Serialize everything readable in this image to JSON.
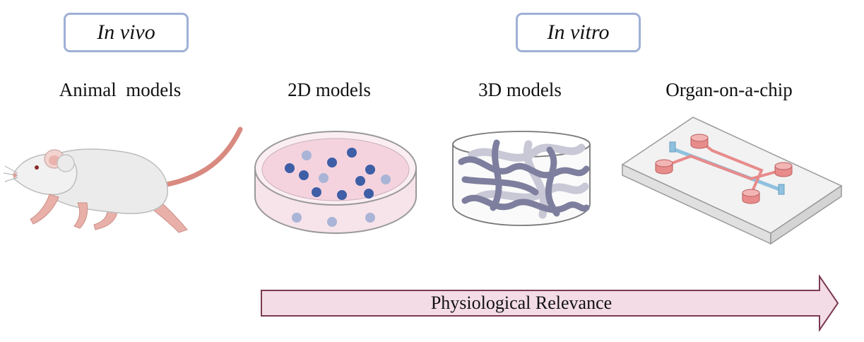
{
  "categories": {
    "in_vivo": "In vivo",
    "in_vitro": "In vitro"
  },
  "models": [
    {
      "label": "Animal  models",
      "icon": "mouse-icon"
    },
    {
      "label": "2D models",
      "icon": "petri-dish-icon"
    },
    {
      "label": "3D models",
      "icon": "scaffold-icon"
    },
    {
      "label": "Organ-on-a-chip",
      "icon": "microfluidic-chip-icon"
    }
  ],
  "arrow": {
    "label": "Physiological Relevance"
  },
  "colors": {
    "box_border": "#9fb0d6",
    "arrow_fill": "#f3dce6",
    "arrow_stroke": "#7b3a52",
    "dish_pink": "#f4d3df",
    "cell_blue": "#3e5ea6",
    "scaffold": "#7e7e9e",
    "chip_red": "#e88b8b",
    "chip_blue": "#8fc1df"
  }
}
